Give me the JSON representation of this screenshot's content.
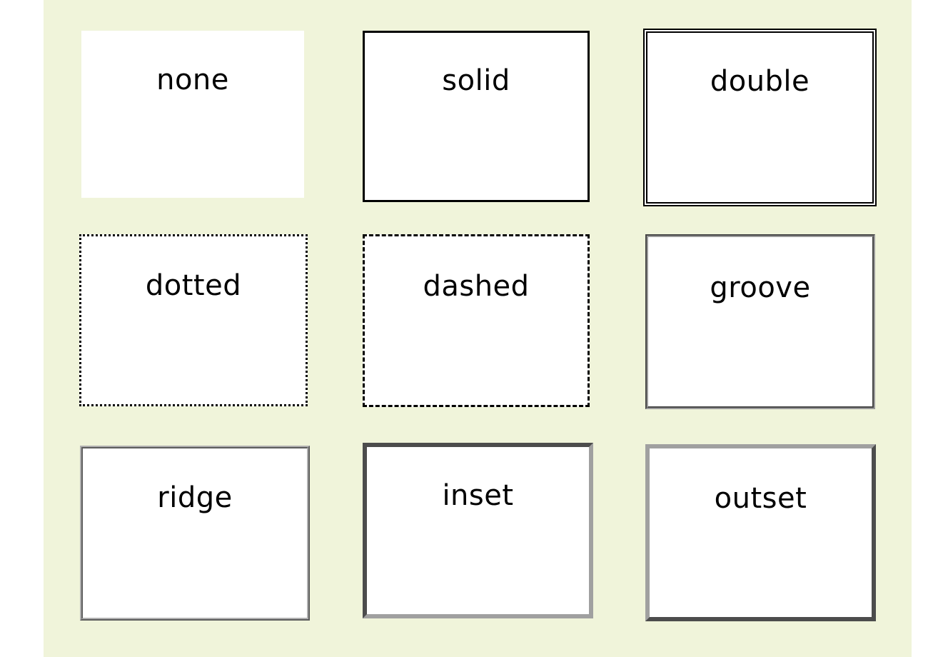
{
  "boxes": {
    "none": "none",
    "solid": "solid",
    "double": "double",
    "dotted": "dotted",
    "dashed": "dashed",
    "groove": "groove",
    "ridge": "ridge",
    "inset": "inset",
    "outset": "outset"
  },
  "colors": {
    "background": "#f0f4da",
    "box_fill": "#ffffff",
    "border_dark": "#000000",
    "border_gray": "#a0a0a0"
  }
}
